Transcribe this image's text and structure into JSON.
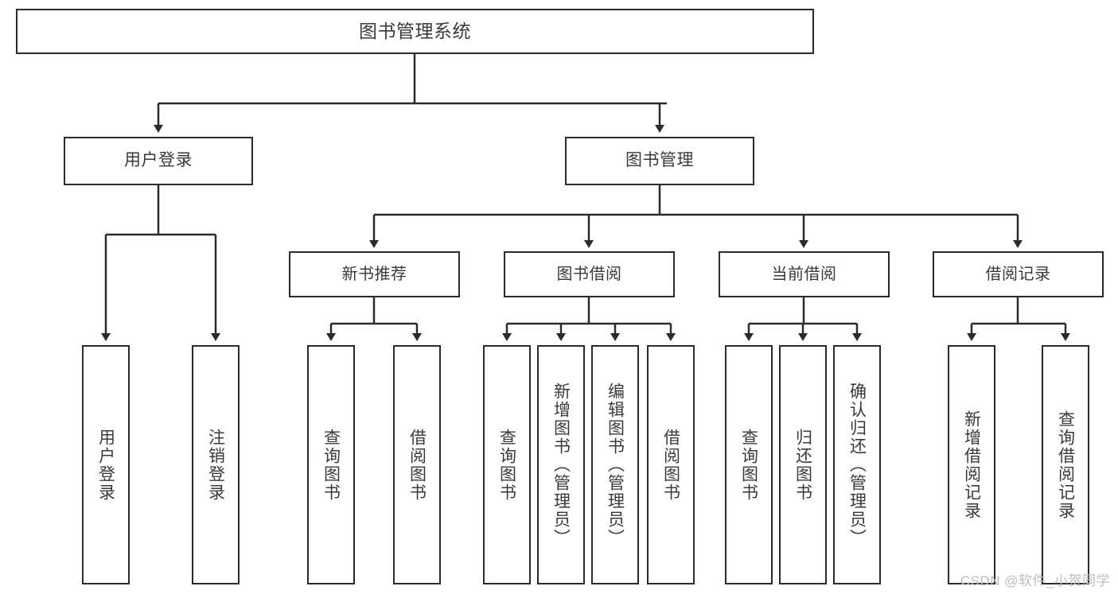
{
  "diagram": {
    "title": "图书管理系统",
    "type": "tree-hierarchy-chart",
    "watermark": "CSDN @软件_小贺同学",
    "colors": {
      "border": "#2b2b2b",
      "text": "#3a3a3a",
      "background": "#ffffff",
      "watermark": "#bdbdbd"
    },
    "root": {
      "label": "图书管理系统"
    },
    "level2": [
      {
        "label": "用户登录"
      },
      {
        "label": "图书管理"
      }
    ],
    "level3": [
      {
        "label": "新书推荐"
      },
      {
        "label": "图书借阅"
      },
      {
        "label": "当前借阅"
      },
      {
        "label": "借阅记录"
      }
    ],
    "leaves": {
      "user_login": [
        {
          "label": "用户登录"
        },
        {
          "label": "注销登录"
        }
      ],
      "new_book_recommend": [
        {
          "label": "查询图书"
        },
        {
          "label": "借阅图书"
        }
      ],
      "book_borrow": [
        {
          "label": "查询图书"
        },
        {
          "label": "新增图书（管理员）"
        },
        {
          "label": "编辑图书（管理员）"
        },
        {
          "label": "借阅图书"
        }
      ],
      "current_borrow": [
        {
          "label": "查询图书"
        },
        {
          "label": "归还图书"
        },
        {
          "label": "确认归还（管理员）"
        }
      ],
      "borrow_record": [
        {
          "label": "新增借阅记录"
        },
        {
          "label": "查询借阅记录"
        }
      ]
    }
  }
}
